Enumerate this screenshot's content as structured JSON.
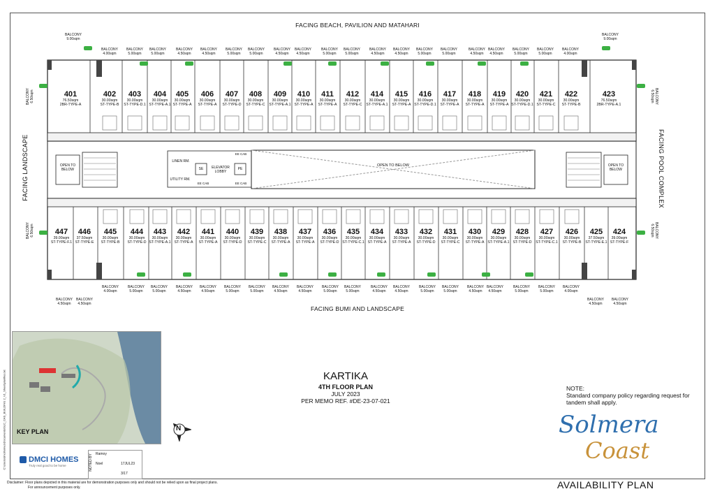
{
  "facing": {
    "top": "FACING BEACH, PAVILION AND MATAHARI",
    "bottom": "FACING BUMI AND LANDSCAPE",
    "left": "FACING LANDSCAPE",
    "right": "FACING POOL COMPLEX"
  },
  "core_labels": {
    "open_left": "OPEN TO BELOW",
    "open_center": "OPEN TO BELOW",
    "open_right": "OPEN TO BELOW",
    "linen": "LINEN RM.",
    "utility": "UTILITY RM.",
    "se": "SE",
    "pe": "PE",
    "elevator_lobby": "ELEVATOR LOBBY",
    "ee_cab": "EE CAB"
  },
  "top_units": [
    {
      "num": "401",
      "area": "76.50sqm",
      "type": "2BR-TYPE-A"
    },
    {
      "num": "402",
      "area": "30.00sqm",
      "type": "ST-TYPE-B"
    },
    {
      "num": "403",
      "area": "30.00sqm",
      "type": "ST-TYPE-D.1"
    },
    {
      "num": "404",
      "area": "30.00sqm",
      "type": "ST-TYPE-A.1"
    },
    {
      "num": "405",
      "area": "30.00sqm",
      "type": "ST-TYPE-A"
    },
    {
      "num": "406",
      "area": "30.00sqm",
      "type": "ST-TYPE-A"
    },
    {
      "num": "407",
      "area": "30.00sqm",
      "type": "ST-TYPE-D"
    },
    {
      "num": "408",
      "area": "30.00sqm",
      "type": "ST-TYPE-C"
    },
    {
      "num": "409",
      "area": "30.00sqm",
      "type": "ST-TYPE-A.1"
    },
    {
      "num": "410",
      "area": "30.00sqm",
      "type": "ST-TYPE-A"
    },
    {
      "num": "411",
      "area": "30.00sqm",
      "type": "ST-TYPE-A"
    },
    {
      "num": "412",
      "area": "30.00sqm",
      "type": "ST-TYPE-C"
    },
    {
      "num": "414",
      "area": "30.00sqm",
      "type": "ST-TYPE-A.1"
    },
    {
      "num": "415",
      "area": "30.00sqm",
      "type": "ST-TYPE-A"
    },
    {
      "num": "416",
      "area": "30.00sqm",
      "type": "ST-TYPE-D.1"
    },
    {
      "num": "417",
      "area": "30.00sqm",
      "type": "ST-TYPE-A"
    },
    {
      "num": "418",
      "area": "30.00sqm",
      "type": "ST-TYPE-A"
    },
    {
      "num": "419",
      "area": "30.00sqm",
      "type": "ST-TYPE-A"
    },
    {
      "num": "420",
      "area": "30.00sqm",
      "type": "ST-TYPE-D.1"
    },
    {
      "num": "421",
      "area": "30.00sqm",
      "type": "ST-TYPE-C"
    },
    {
      "num": "422",
      "area": "30.00sqm",
      "type": "ST-TYPE-B"
    },
    {
      "num": "423",
      "area": "76.50sqm",
      "type": "2BR-TYPE-A.1"
    }
  ],
  "bottom_units": [
    {
      "num": "447",
      "area": "39.00sqm",
      "type": "ST-TYPE-F.1"
    },
    {
      "num": "446",
      "area": "37.50sqm",
      "type": "ST-TYPE-E"
    },
    {
      "num": "445",
      "area": "30.00sqm",
      "type": "ST-TYPE-B"
    },
    {
      "num": "444",
      "area": "30.00sqm",
      "type": "ST-TYPE-D"
    },
    {
      "num": "443",
      "area": "30.00sqm",
      "type": "ST-TYPE-A.1"
    },
    {
      "num": "442",
      "area": "30.00sqm",
      "type": "ST-TYPE-A"
    },
    {
      "num": "441",
      "area": "30.00sqm",
      "type": "ST-TYPE-A"
    },
    {
      "num": "440",
      "area": "30.00sqm",
      "type": "ST-TYPE-D"
    },
    {
      "num": "439",
      "area": "30.00sqm",
      "type": "ST-TYPE-C"
    },
    {
      "num": "438",
      "area": "30.00sqm",
      "type": "ST-TYPE-A"
    },
    {
      "num": "437",
      "area": "30.00sqm",
      "type": "ST-TYPE-A"
    },
    {
      "num": "436",
      "area": "30.00sqm",
      "type": "ST-TYPE-D"
    },
    {
      "num": "435",
      "area": "30.00sqm",
      "type": "ST-TYPE-C.1"
    },
    {
      "num": "434",
      "area": "30.00sqm",
      "type": "ST-TYPE-A"
    },
    {
      "num": "433",
      "area": "30.00sqm",
      "type": "ST-TYPE-A"
    },
    {
      "num": "432",
      "area": "30.00sqm",
      "type": "ST-TYPE-D"
    },
    {
      "num": "431",
      "area": "30.00sqm",
      "type": "ST-TYPE-C"
    },
    {
      "num": "430",
      "area": "30.00sqm",
      "type": "ST-TYPE-A"
    },
    {
      "num": "429",
      "area": "30.00sqm",
      "type": "ST-TYPE-A.1"
    },
    {
      "num": "428",
      "area": "30.00sqm",
      "type": "ST-TYPE-D"
    },
    {
      "num": "427",
      "area": "30.00sqm",
      "type": "ST-TYPE-C.1"
    },
    {
      "num": "426",
      "area": "30.00sqm",
      "type": "ST-TYPE-B"
    },
    {
      "num": "425",
      "area": "37.50sqm",
      "type": "ST-TYPE-E.1"
    },
    {
      "num": "424",
      "area": "39.00sqm",
      "type": "ST-TYPE-F"
    }
  ],
  "top_balconies": [
    {
      "label": "BALCONY",
      "area": "9.00sqm"
    },
    {
      "label": "BALCONY",
      "area": "4.00sqm"
    },
    {
      "label": "BALCONY",
      "area": "5.00sqm"
    },
    {
      "label": "BALCONY",
      "area": "5.00sqm"
    },
    {
      "label": "BALCONY",
      "area": "4.50sqm"
    },
    {
      "label": "BALCONY",
      "area": "4.50sqm"
    },
    {
      "label": "BALCONY",
      "area": "5.00sqm"
    },
    {
      "label": "BALCONY",
      "area": "5.00sqm"
    },
    {
      "label": "BALCONY",
      "area": "4.50sqm"
    },
    {
      "label": "BALCONY",
      "area": "4.50sqm"
    },
    {
      "label": "BALCONY",
      "area": "5.00sqm"
    },
    {
      "label": "BALCONY",
      "area": "5.00sqm"
    },
    {
      "label": "BALCONY",
      "area": "4.50sqm"
    },
    {
      "label": "BALCONY",
      "area": "4.50sqm"
    },
    {
      "label": "BALCONY",
      "area": "5.00sqm"
    },
    {
      "label": "BALCONY",
      "area": "5.00sqm"
    },
    {
      "label": "BALCONY",
      "area": "4.50sqm"
    },
    {
      "label": "BALCONY",
      "area": "4.50sqm"
    },
    {
      "label": "BALCONY",
      "area": "5.00sqm"
    },
    {
      "label": "BALCONY",
      "area": "5.00sqm"
    },
    {
      "label": "BALCONY",
      "area": "4.00sqm"
    },
    {
      "label": "BALCONY",
      "area": "9.00sqm"
    }
  ],
  "bottom_balconies": [
    {
      "label": "BALCONY",
      "area": "4.50sqm"
    },
    {
      "label": "BALCONY",
      "area": "4.50sqm"
    },
    {
      "label": "BALCONY",
      "area": "4.00sqm"
    },
    {
      "label": "BALCONY",
      "area": "5.00sqm"
    },
    {
      "label": "BALCONY",
      "area": "5.00sqm"
    },
    {
      "label": "BALCONY",
      "area": "4.50sqm"
    },
    {
      "label": "BALCONY",
      "area": "4.50sqm"
    },
    {
      "label": "BALCONY",
      "area": "5.00sqm"
    },
    {
      "label": "BALCONY",
      "area": "5.00sqm"
    },
    {
      "label": "BALCONY",
      "area": "4.50sqm"
    },
    {
      "label": "BALCONY",
      "area": "4.50sqm"
    },
    {
      "label": "BALCONY",
      "area": "5.00sqm"
    },
    {
      "label": "BALCONY",
      "area": "5.00sqm"
    },
    {
      "label": "BALCONY",
      "area": "4.50sqm"
    },
    {
      "label": "BALCONY",
      "area": "4.50sqm"
    },
    {
      "label": "BALCONY",
      "area": "5.00sqm"
    },
    {
      "label": "BALCONY",
      "area": "5.00sqm"
    },
    {
      "label": "BALCONY",
      "area": "4.50sqm"
    },
    {
      "label": "BALCONY",
      "area": "4.50sqm"
    },
    {
      "label": "BALCONY",
      "area": "5.00sqm"
    },
    {
      "label": "BALCONY",
      "area": "5.00sqm"
    },
    {
      "label": "BALCONY",
      "area": "4.00sqm"
    },
    {
      "label": "BALCONY",
      "area": "4.50sqm"
    },
    {
      "label": "BALCONY",
      "area": "4.50sqm"
    }
  ],
  "side_balconies": {
    "left_top": {
      "label": "BALCONY",
      "area": "6.50sqm"
    },
    "left_bottom": {
      "label": "BALCONY",
      "area": "6.50sqm"
    },
    "right_top": {
      "label": "BALCONY",
      "area": "6.50sqm"
    },
    "right_bottom": {
      "label": "BALCONY",
      "area": "6.50sqm"
    }
  },
  "title": {
    "name": "KARTIKA",
    "floor": "4TH FLOOR PLAN",
    "date": "JULY 2023",
    "memo": "PER MEMO REF. #DE-23-07-021"
  },
  "note": {
    "heading": "NOTE:",
    "text": "Standard company policy regarding request for tandem shall apply."
  },
  "key_plan_label": "KEY PLAN",
  "availability": "AVAILABILITY PLAN",
  "brand": {
    "line1": "Solmera",
    "line2": "Coast"
  },
  "dmci": {
    "name": "DMCI HOMES",
    "tagline": "Truly real good to be home"
  },
  "north": "N",
  "disclaimer": "Disclaimer: Floor plans depicted in this material are for demonstration purposes only and should not be relied upon as final project plans.",
  "disclaimer2": "For announcement purposes only.",
  "file_path": "C:\\Users\\dmcihomes\\Documents\\SLC_CAS_BUILDING 2_V1_Sheet\\planfiles.txt",
  "signoff": {
    "noted_by": "NOTED BY",
    "name1": "Ramoy",
    "name2": "Noel",
    "date1": "17JUL23",
    "date2": "3/17"
  },
  "colors": {
    "balcony_green": "#3cb043",
    "wall": "#222222",
    "water": "#6b8ba4",
    "site": "#cfd8c8"
  }
}
